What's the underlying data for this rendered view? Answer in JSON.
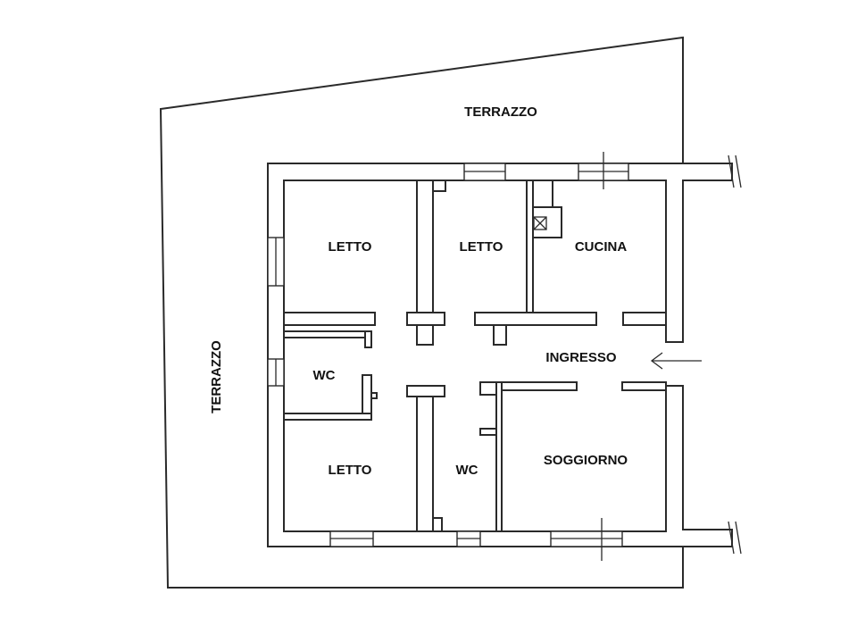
{
  "labels": {
    "terrazzo_top": "TERRAZZO",
    "terrazzo_left": "TERRAZZO",
    "letto_top_left": "LETTO",
    "letto_top_mid": "LETTO",
    "cucina": "CUCINA",
    "ingresso": "INGRESSO",
    "wc_left": "WC",
    "wc_mid": "WC",
    "letto_bottom_left": "LETTO",
    "soggiorno": "SOGGIORNO"
  },
  "icons": {
    "entrance_arrow": "arrow-left-icon",
    "flue": "chimney-flue-icon"
  },
  "colors": {
    "line": "#2a2a2a",
    "background": "#ffffff"
  }
}
